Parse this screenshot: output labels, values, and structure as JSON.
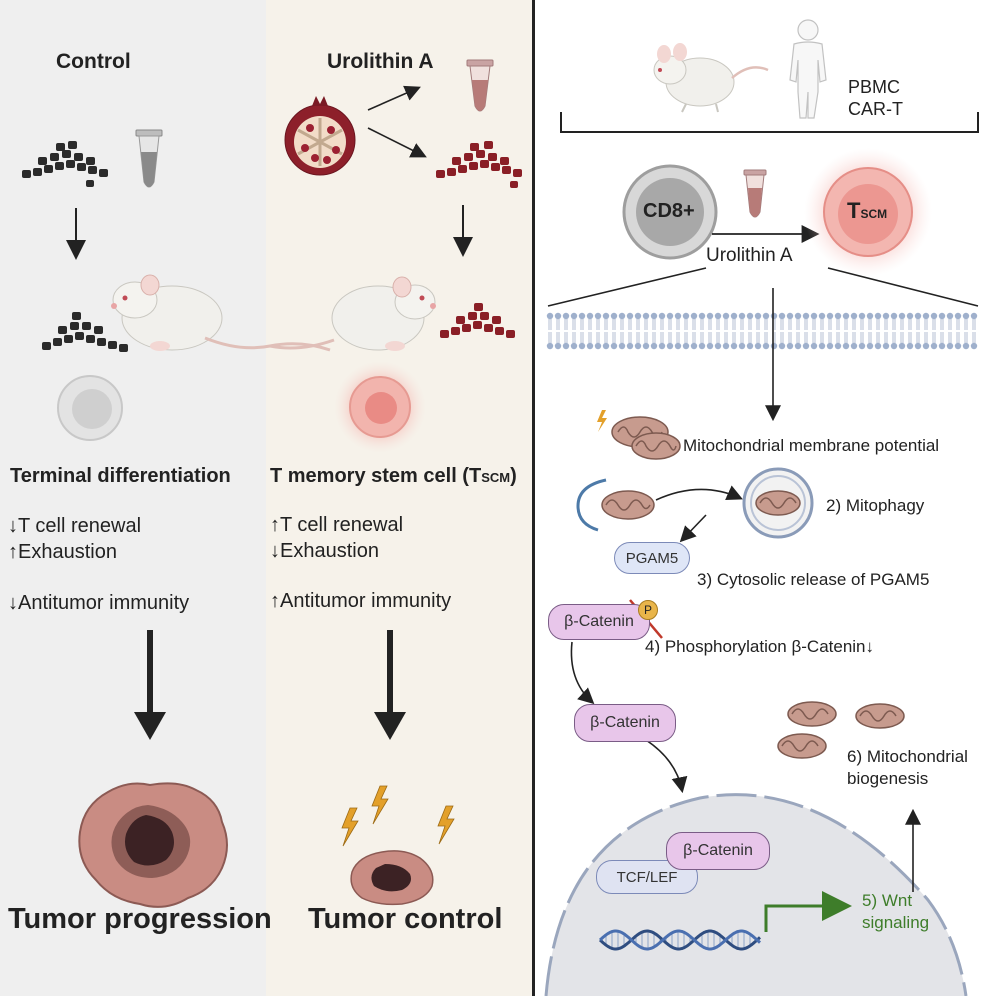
{
  "left": {
    "title": "Control",
    "subtitle": "Terminal differentiation",
    "effects": [
      "↓T cell renewal",
      "↑Exhaustion",
      "↓Antitumor immunity"
    ],
    "outcome": "Tumor progression"
  },
  "middle": {
    "title": "Urolithin A",
    "subtitle_main": "T memory stem cell (T",
    "subtitle_sub": "SCM",
    "subtitle_end": ")",
    "effects": [
      "↑T cell renewal",
      "↓Exhaustion",
      "↑Antitumor immunity"
    ],
    "outcome": "Tumor control"
  },
  "right": {
    "sources": [
      "PBMC",
      "CAR-T"
    ],
    "cell_cd8": "CD8+",
    "cell_tscm_main": "T",
    "cell_tscm_sub": "SCM",
    "treatment": "Urolithin A",
    "steps": {
      "s1": "Mitochondrial membrane potential",
      "s2": "2) Mitophagy",
      "s3": "3) Cytosolic release of PGAM5",
      "s4": "4) Phosphorylation β-Catenin↓",
      "s5a": "5) Wnt",
      "s5b": "signaling",
      "s6a": "6) Mitochondrial",
      "s6b": "biogenesis"
    },
    "proteins": {
      "pgam5": "PGAM5",
      "bcat1": "β-Catenin",
      "phospho": "P",
      "bcat2": "β-Catenin",
      "bcat3": "β-Catenin",
      "tcf": "TCF/LEF"
    }
  },
  "colors": {
    "control_bg": "#efefef",
    "urolithin_bg": "#f6f2ea",
    "tscm_red": "#e8968e",
    "protein_purple": "#e8c6ea",
    "wnt_green": "#3e7d2a",
    "tumor": "#c98c83"
  }
}
